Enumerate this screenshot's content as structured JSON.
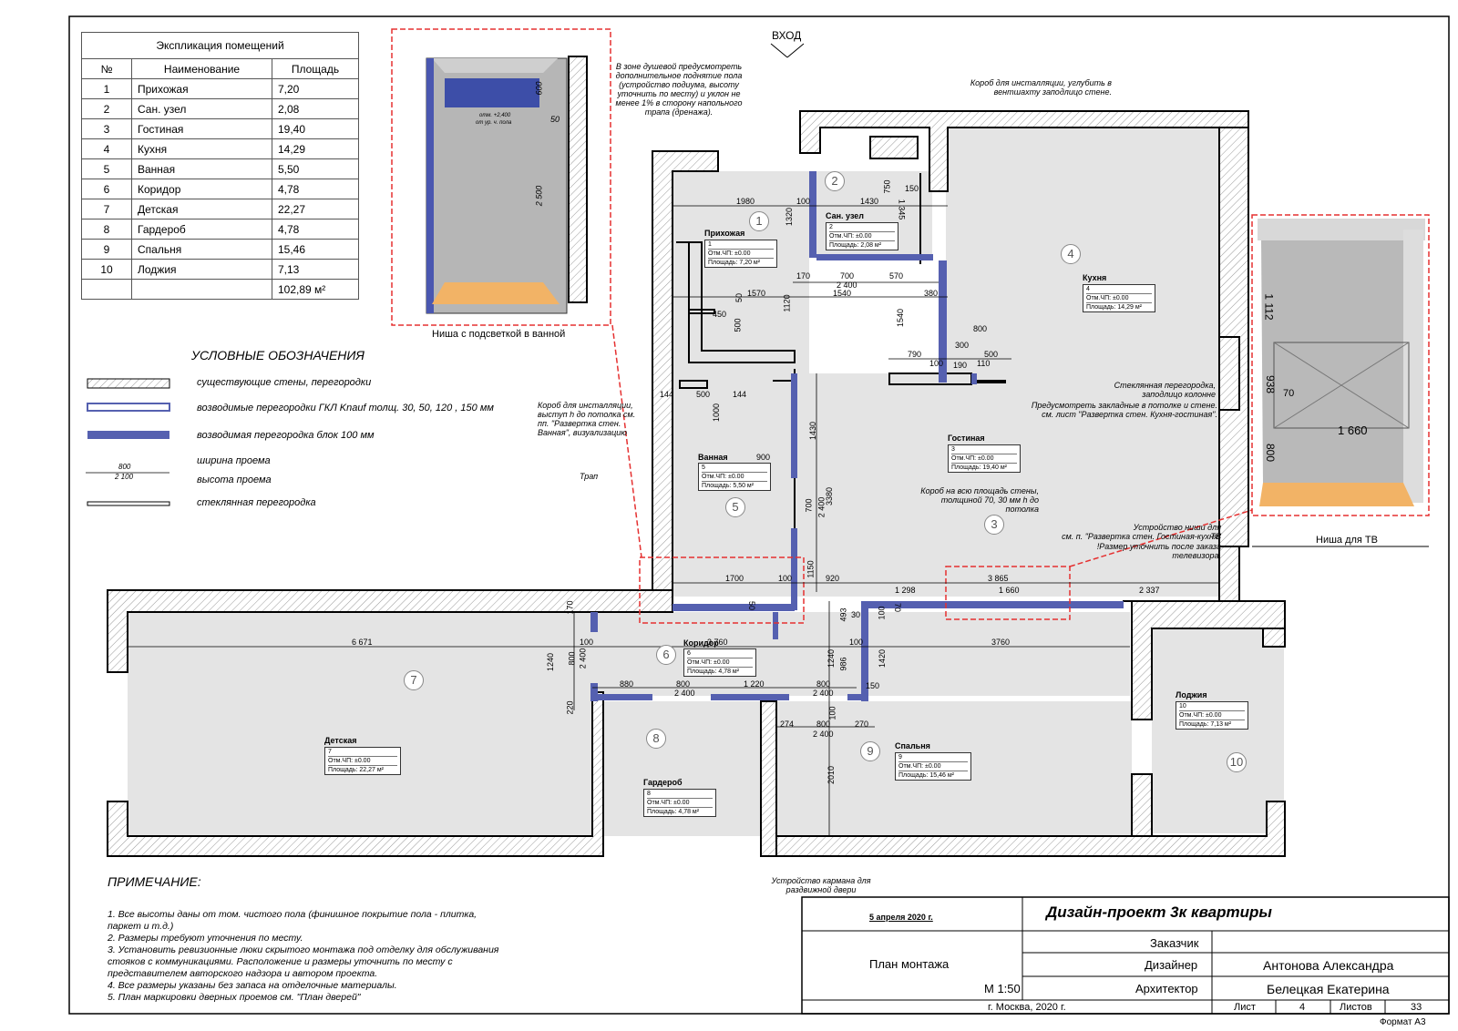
{
  "entrance": "ВХОД",
  "explication": {
    "title": "Экспликация помещений",
    "headers": [
      "№",
      "Наименование",
      "Площадь"
    ],
    "rows": [
      [
        "1",
        "Прихожая",
        "7,20"
      ],
      [
        "2",
        "Сан. узел",
        "2,08"
      ],
      [
        "3",
        "Гостиная",
        "19,40"
      ],
      [
        "4",
        "Кухня",
        "14,29"
      ],
      [
        "5",
        "Ванная",
        "5,50"
      ],
      [
        "6",
        "Коридор",
        "4,78"
      ],
      [
        "7",
        "Детская",
        "22,27"
      ],
      [
        "8",
        "Гардероб",
        "4,78"
      ],
      [
        "9",
        "Спальня",
        "15,46"
      ],
      [
        "10",
        "Лоджия",
        "7,13"
      ]
    ],
    "total": "102,89 м²"
  },
  "legend": {
    "title": "УСЛОВНЫЕ ОБОЗНАЧЕНИЯ",
    "items": [
      "существующие стены, перегородки",
      "возводимые перегородки ГКЛ Knauf толщ. 30, 50, 120 , 150 мм",
      "возводимая перегородка блок 100 мм",
      "ширина проема",
      "высота проема",
      "стеклянная перегородка"
    ],
    "sample_w": "800",
    "sample_h": "2 100"
  },
  "niche_bath": {
    "caption": "Ниша с подсветкой в ванной",
    "dims": [
      "600",
      "50",
      "2 500"
    ],
    "mark": "отм. +2,400",
    "mark2": "от ур. ч. пола"
  },
  "niche_tv": {
    "caption": "Ниша для ТВ",
    "dims": [
      "1 112",
      "938",
      "800",
      "70",
      "1 660"
    ]
  },
  "rooms": [
    {
      "n": "1",
      "name": "Прихожая",
      "num": "1",
      "level": "Отм.ЧП: ±0.00",
      "area": "Площадь: 7,20 м²"
    },
    {
      "n": "2",
      "name": "Сан. узел",
      "num": "2",
      "level": "Отм.ЧП: ±0.00",
      "area": "Площадь: 2,08 м²"
    },
    {
      "n": "3",
      "name": "Гостиная",
      "num": "3",
      "level": "Отм.ЧП: ±0.00",
      "area": "Площадь: 19,40 м²"
    },
    {
      "n": "4",
      "name": "Кухня",
      "num": "4",
      "level": "Отм.ЧП: ±0.00",
      "area": "Площадь: 14,29 м²"
    },
    {
      "n": "5",
      "name": "Ванная",
      "num": "5",
      "level": "Отм.ЧП: ±0.00",
      "area": "Площадь: 5,50 м²"
    },
    {
      "n": "6",
      "name": "Коридор",
      "num": "6",
      "level": "Отм.ЧП: ±0.00",
      "area": "Площадь: 4,78 м²"
    },
    {
      "n": "7",
      "name": "Детская",
      "num": "7",
      "level": "Отм.ЧП: ±0.00",
      "area": "Площадь: 22,27 м²"
    },
    {
      "n": "8",
      "name": "Гардероб",
      "num": "8",
      "level": "Отм.ЧП: ±0.00",
      "area": "Площадь: 4,78 м²"
    },
    {
      "n": "9",
      "name": "Спальня",
      "num": "9",
      "level": "Отм.ЧП: ±0.00",
      "area": "Площадь: 15,46 м²"
    },
    {
      "n": "10",
      "name": "Лоджия",
      "num": "10",
      "level": "Отм.ЧП: ±0.00",
      "area": "Площадь: 7,13 м²"
    }
  ],
  "dims": [
    "1980",
    "100",
    "1430",
    "750",
    "150",
    "1 345",
    "1320",
    "170",
    "700",
    "570",
    "2 400",
    "1570",
    "1540",
    "380",
    "1120",
    "450",
    "50",
    "500",
    "1540",
    "800",
    "300",
    "500",
    "790",
    "100",
    "190",
    "110",
    "144",
    "500",
    "144",
    "1000",
    "1430",
    "900",
    "3380",
    "700",
    "2 400",
    "1150",
    "1700",
    "100",
    "50",
    "920",
    "3 865",
    "1 298",
    "1 660",
    "2 337",
    "30",
    "493",
    "100",
    "70",
    "6 671",
    "170",
    "1240",
    "800",
    "2 400",
    "100",
    "3 760",
    "100",
    "3760",
    "880",
    "800",
    "2 400",
    "1 220",
    "800",
    "2 400",
    "986",
    "1240",
    "1420",
    "150",
    "220",
    "274",
    "800",
    "2 400",
    "270",
    "2010",
    "100"
  ],
  "notes": {
    "shower": "В зоне душевой предусмотреть дополнительное поднятие пола (устройство подиума, высоту уточнить по месту) и уклон не менее 1% в сторону напольного трапа (дренажа).",
    "box_install_top": "Короб для инсталляции, углубить в вентшахту заподлицо стене.",
    "glass": "Стеклянная перегородка, заподлицо колонне",
    "embedded": "Предусмотреть закладные в потолке и стене.",
    "embedded2": "см. лист \"Развертка стен. Кухня-гостиная\".",
    "box_install_bath": "Короб для инсталляции, выступ h до потолка см. пп. \"Развертка стен. Ванная\", визуализацию",
    "drain": "Трап",
    "wall_box": "Короб на всю площадь стены, толщиной 70, 30 мм h до потолка",
    "tv": "Устройство ниши для ТВ",
    "tv2": "см. п. \"Развертка стен. Гостиная-кухня\"",
    "tv3": "!Размер уточнить после заказа телевизора.",
    "pocket": "Устройство кармана для раздвижной двери"
  },
  "remarks": {
    "title": "ПРИМЕЧАНИЕ:",
    "lines": [
      "1. Все высоты даны от том. чистого пола (финишное покрытие пола - плитка,",
      "паркет и т.д.)",
      "2. Размеры  требуют уточнения по месту.",
      "3. Установить ревизионные люки скрытого монтажа под отделку для обслуживания",
      "стояков с коммуникациями. Расположение и размеры уточнить по месту с",
      "представителем авторского надзора и автором проекта.",
      "4. Все размеры указаны без запаса на отделочные материалы.",
      "5. План маркировки дверных проемов см. \"План дверей\""
    ]
  },
  "titleblock": {
    "date": "5 апреля 2020 г.",
    "project": "Дизайн-проект 3к квартиры",
    "sheet_name": "План монтажа",
    "scale": "М 1:50",
    "customer_label": "Заказчик",
    "designer_label": "Дизайнер",
    "designer": "Антонова Александра",
    "architect_label": "Архитектор",
    "architect": "Белецкая Екатерина",
    "city": "г. Москва, 2020 г.",
    "sheet_label": "Лист",
    "sheet_no": "4",
    "sheets_label": "Листов",
    "sheets_total": "33",
    "format": "Формат А3"
  },
  "colors": {
    "blue": "#5560b0",
    "floor": "#e2e2e2",
    "red": "#e53030",
    "orange": "#f2b366"
  }
}
